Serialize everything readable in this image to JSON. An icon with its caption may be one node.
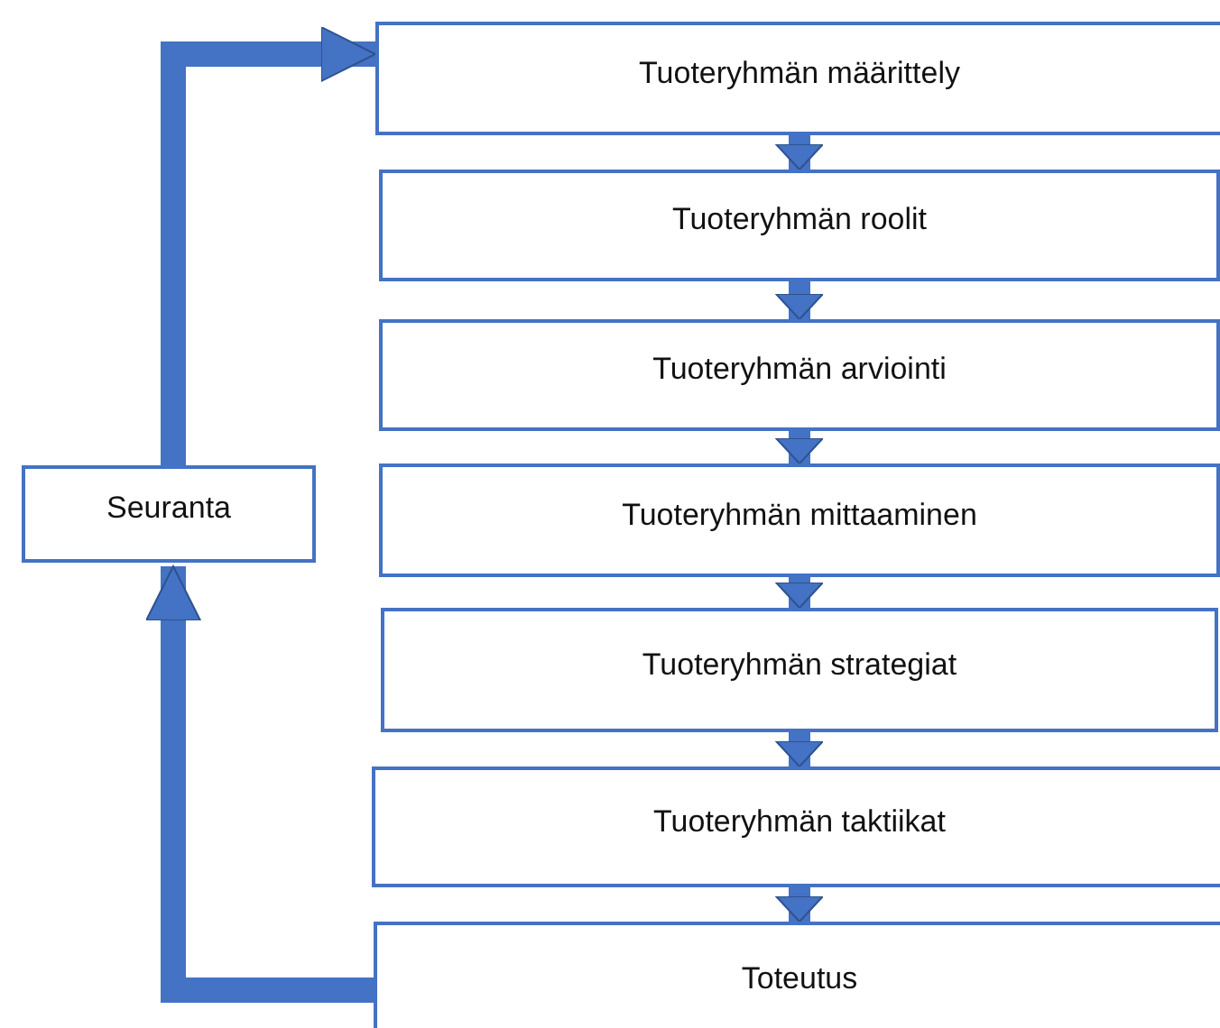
{
  "diagram": {
    "nodes": [
      {
        "text": [
          "Tuoteryhmän määrittely"
        ]
      },
      {
        "text": [
          "Tuoteryhmän roolit"
        ]
      },
      {
        "text": [
          "Tuoteryhmän arviointi"
        ]
      },
      {
        "text": [
          "Tuoteryhmän mittaaminen"
        ]
      },
      {
        "text": [
          "Tuoteryhmän strategiat"
        ]
      },
      {
        "text": [
          "Tuoteryhmän taktiikat"
        ]
      },
      {
        "text": [
          "Toteutus"
        ]
      },
      {
        "text": [
          "Seuranta"
        ]
      }
    ],
    "edges": [
      {
        "from": 0,
        "to": 1,
        "arrow": "to"
      },
      {
        "from": 1,
        "to": 2,
        "arrow": "to"
      },
      {
        "from": 2,
        "to": 3,
        "arrow": "to"
      },
      {
        "from": 3,
        "to": 4,
        "arrow": "to"
      },
      {
        "from": 4,
        "to": 5,
        "arrow": "to"
      },
      {
        "from": 5,
        "to": 6,
        "arrow": "to"
      },
      {
        "from": 6,
        "to": 7,
        "arrow": "to"
      },
      {
        "from": 7,
        "to": 0,
        "arrow": "to"
      }
    ]
  }
}
